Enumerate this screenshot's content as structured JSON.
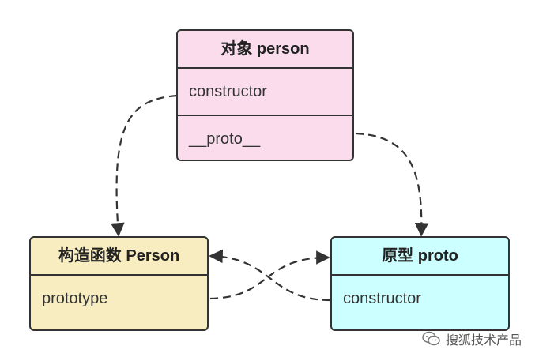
{
  "colors": {
    "person_fill": "#fadcec",
    "constructor_fill": "#f7edc0",
    "proto_fill": "#ccffff",
    "border": "#333333",
    "arrow": "#333333"
  },
  "nodes": {
    "person": {
      "title": "对象 person",
      "fields": [
        "constructor",
        "__proto__"
      ]
    },
    "constructor_fn": {
      "title": "构造函数 Person",
      "fields": [
        "prototype"
      ]
    },
    "prototype": {
      "title": "原型 proto",
      "fields": [
        "constructor"
      ]
    }
  },
  "edges": [
    {
      "from": "person.constructor",
      "to": "constructor_fn",
      "style": "dashed"
    },
    {
      "from": "person.__proto__",
      "to": "prototype",
      "style": "dashed"
    },
    {
      "from": "constructor_fn.prototype",
      "to": "prototype",
      "style": "dashed"
    },
    {
      "from": "prototype.constructor",
      "to": "constructor_fn",
      "style": "dashed"
    }
  ],
  "watermark": {
    "icon": "wechat-icon",
    "text": "搜狐技术产品"
  }
}
